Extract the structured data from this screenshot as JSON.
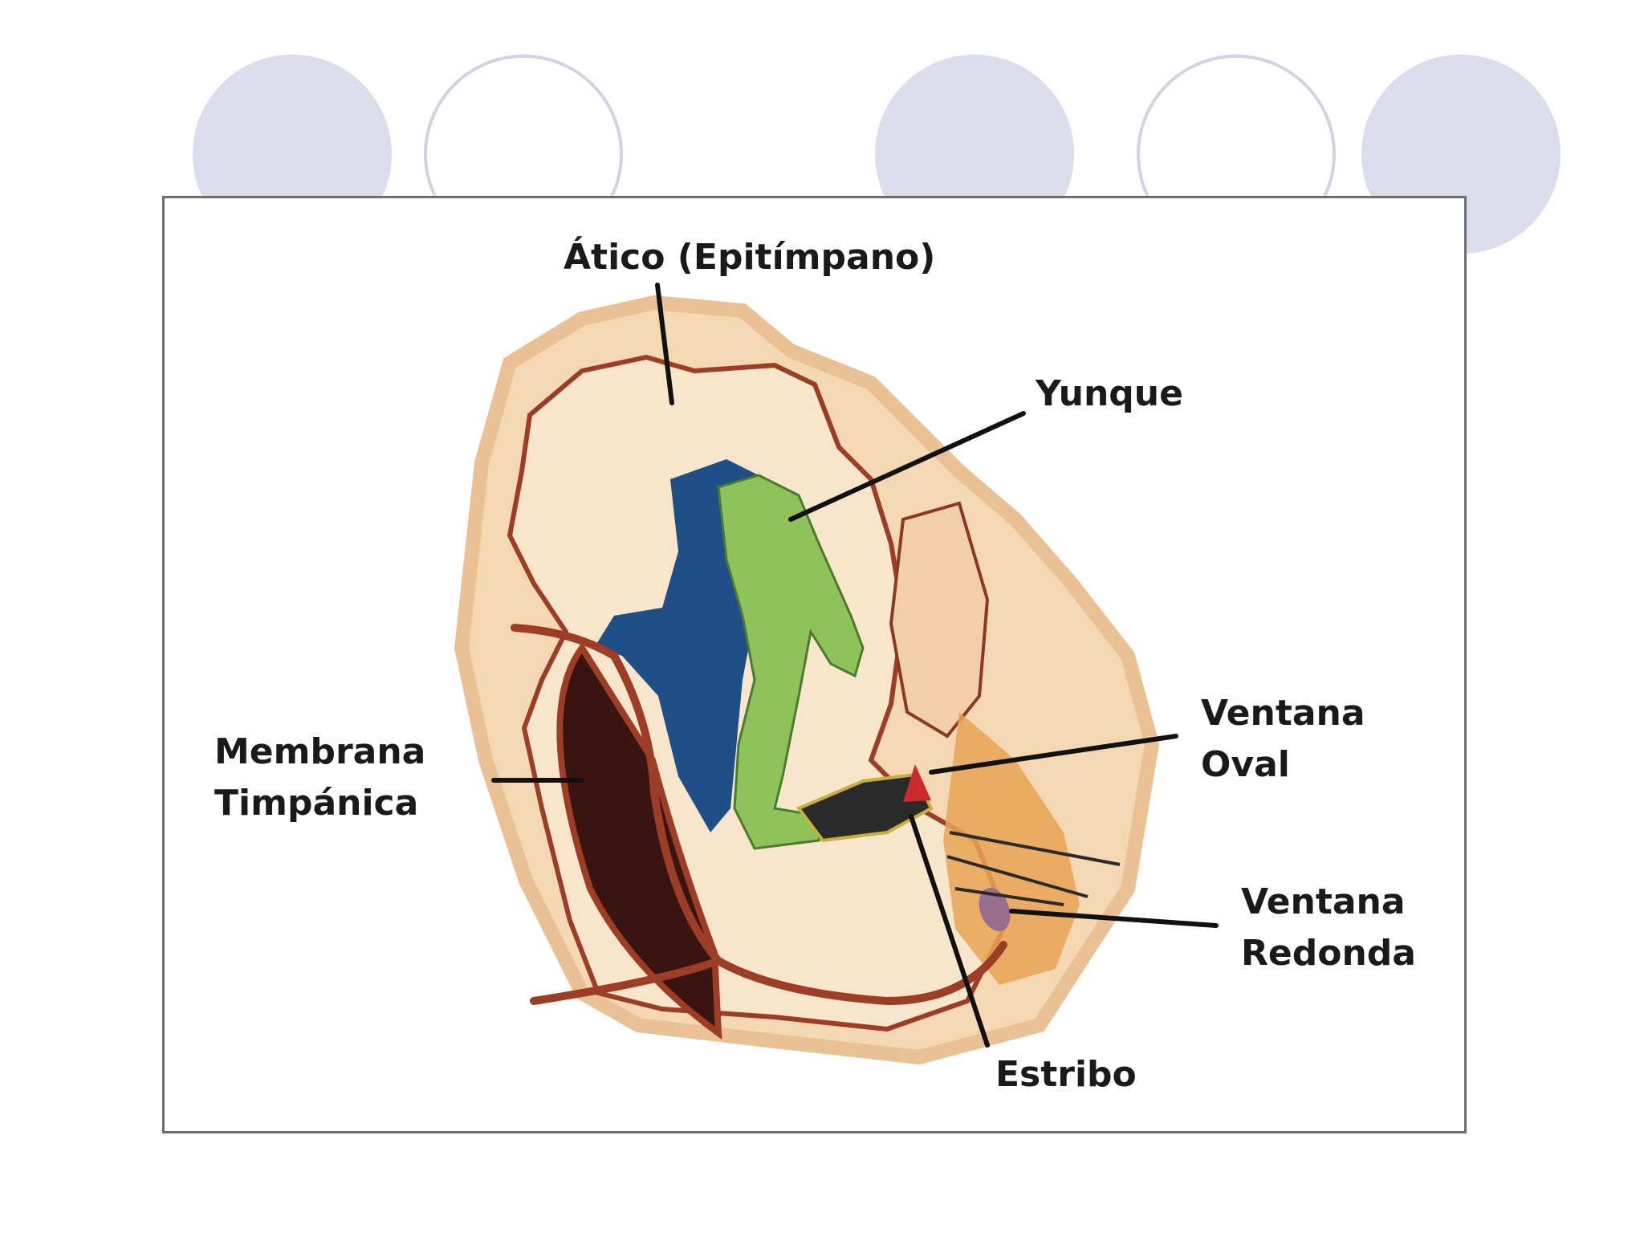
{
  "slide": {
    "decor_fill_color": "#dcdcec",
    "decor_outline_color": "#d2d2e6",
    "frame_border_color": "#6e6e6e"
  },
  "diagram": {
    "labels": {
      "attic": "Ático (Epitímpano)",
      "incus": "Yunque",
      "oval_window": [
        "Ventana",
        "Oval"
      ],
      "tympanic_membrane": [
        "Membrana",
        "Timpánica"
      ],
      "round_window": [
        "Ventana",
        "Redonda"
      ],
      "stapes": "Estribo"
    },
    "colors": {
      "bone": "#f3d8b3",
      "bone_outer": "#eac194",
      "cavity": "#f8e6cc",
      "outline": "#9c3e26",
      "malleus": "#1f4f86",
      "incus": "#8fc25a",
      "membrane": "#3a1410",
      "oval_window": "#cc2a2a",
      "round_window": "#9a6e8e",
      "inner_ear": "#e8a454",
      "leader": "#111111"
    }
  }
}
